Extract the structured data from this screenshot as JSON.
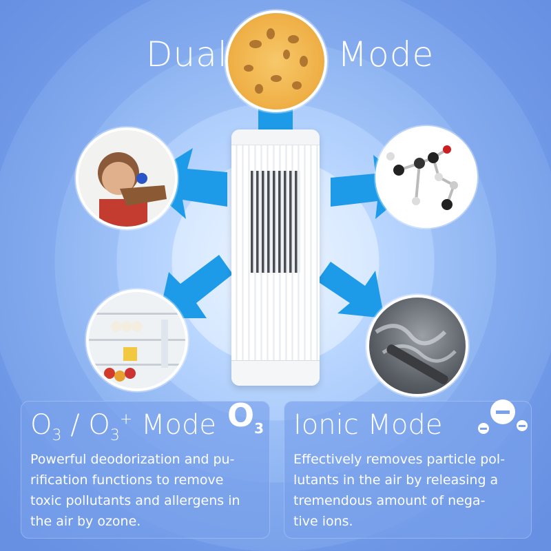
{
  "headline": {
    "left": "Dual",
    "right": "Mode"
  },
  "panels": {
    "ozone": {
      "title_o": "O",
      "sub_a": "3",
      "slash": " / O",
      "sub_b": "3",
      "sup": "+",
      "mode": " Mode",
      "badge_o": "O",
      "badge_sub": "3",
      "lines": [
        "Powerful deodorization and pu-",
        "rification functions to remove",
        "toxic pollutants and allergens in",
        "the air by ozone."
      ]
    },
    "ionic": {
      "title": "Ionic Mode",
      "lines": [
        "Effectively removes particle pol-",
        "lutants in the air by releasing a",
        "tremendous amount of nega-",
        "tive ions."
      ]
    }
  },
  "colors": {
    "arrow": "#1e9be8",
    "panel": "#7aa0eb",
    "text": "#ffffff"
  }
}
